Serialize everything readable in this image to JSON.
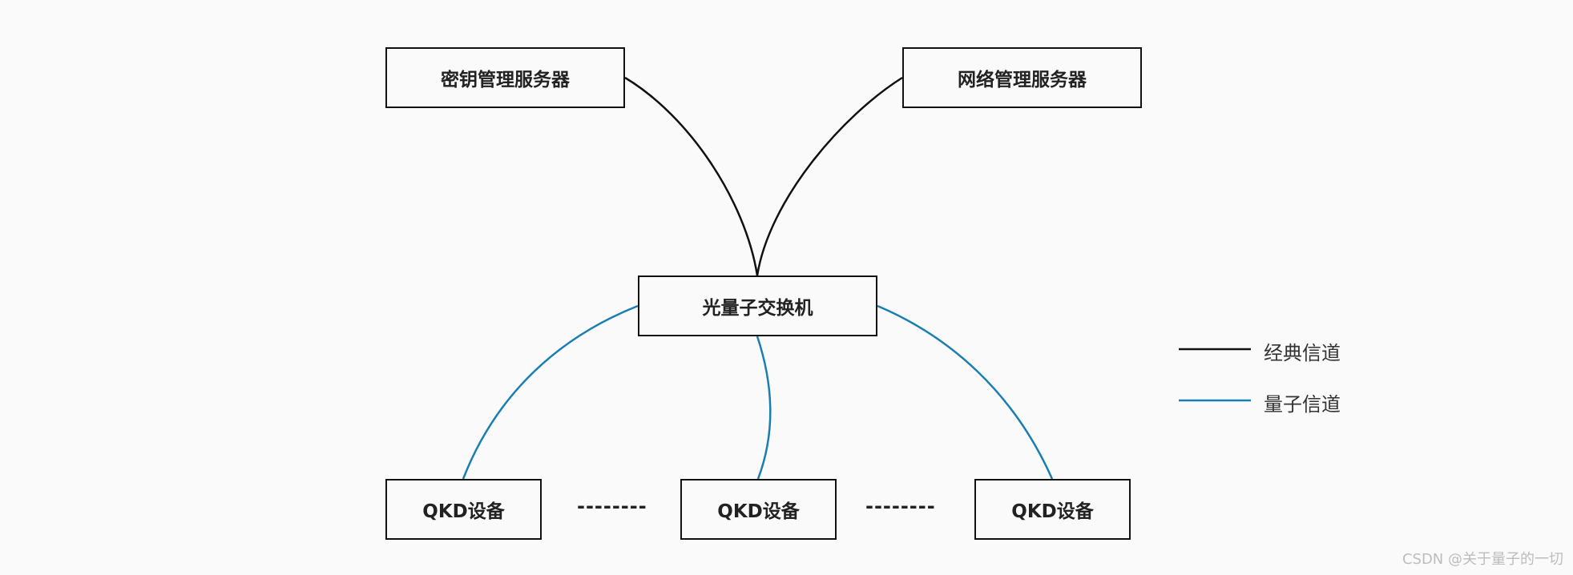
{
  "colors": {
    "classical": "#111111",
    "quantum": "#1a7fb0",
    "background": "#fafafa"
  },
  "nodes": {
    "key_server": "密钥管理服务器",
    "network_server": "网络管理服务器",
    "switch": "光量子交换机",
    "qkd_1": "QKD设备",
    "qkd_2": "QKD设备",
    "qkd_3": "QKD设备"
  },
  "separators": [
    "--------",
    "--------"
  ],
  "legend": {
    "classical_label": "经典信道",
    "quantum_label": "量子信道"
  },
  "watermark": "CSDN @关于量子的一切"
}
